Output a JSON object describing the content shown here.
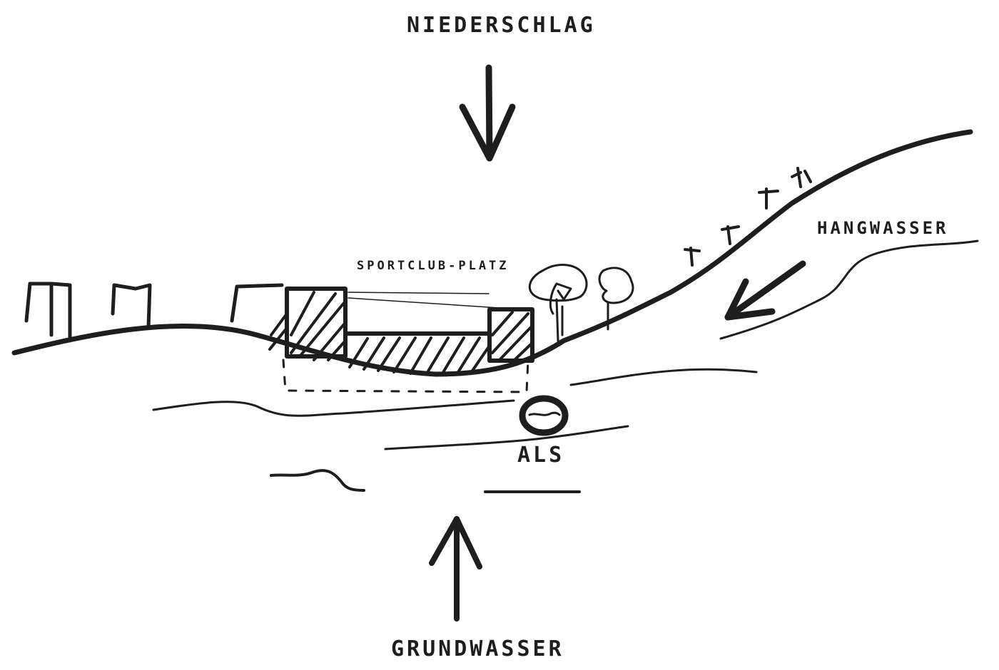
{
  "labels": {
    "precipitation": "NIEDERSCHLAG",
    "slope_water": "HANGWASSER",
    "sports_field": "SPORTCLUB-PLATZ",
    "als": "ALS",
    "groundwater": "GRUNDWASSER"
  },
  "colors": {
    "ink": "#1e1e1e",
    "paper": "#ffffff"
  }
}
